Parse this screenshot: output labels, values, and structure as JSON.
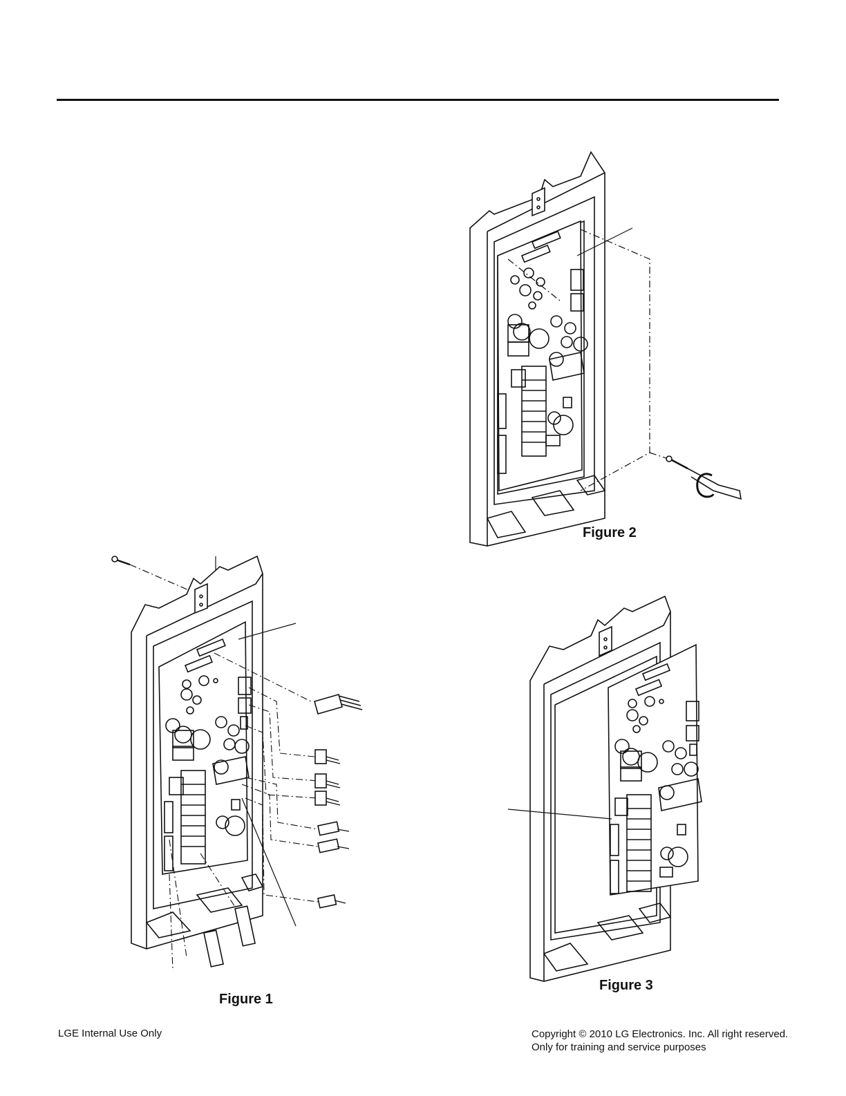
{
  "figures": {
    "figure2": {
      "caption": "Figure 2"
    },
    "figure1": {
      "caption": "Figure 1"
    },
    "figure3": {
      "caption": "Figure 3"
    }
  },
  "footer": {
    "left": "LGE Internal Use Only",
    "copyright": "Copyright © 2010 LG Electronics. Inc. All right reserved.",
    "purpose": "Only for training and service purposes"
  }
}
